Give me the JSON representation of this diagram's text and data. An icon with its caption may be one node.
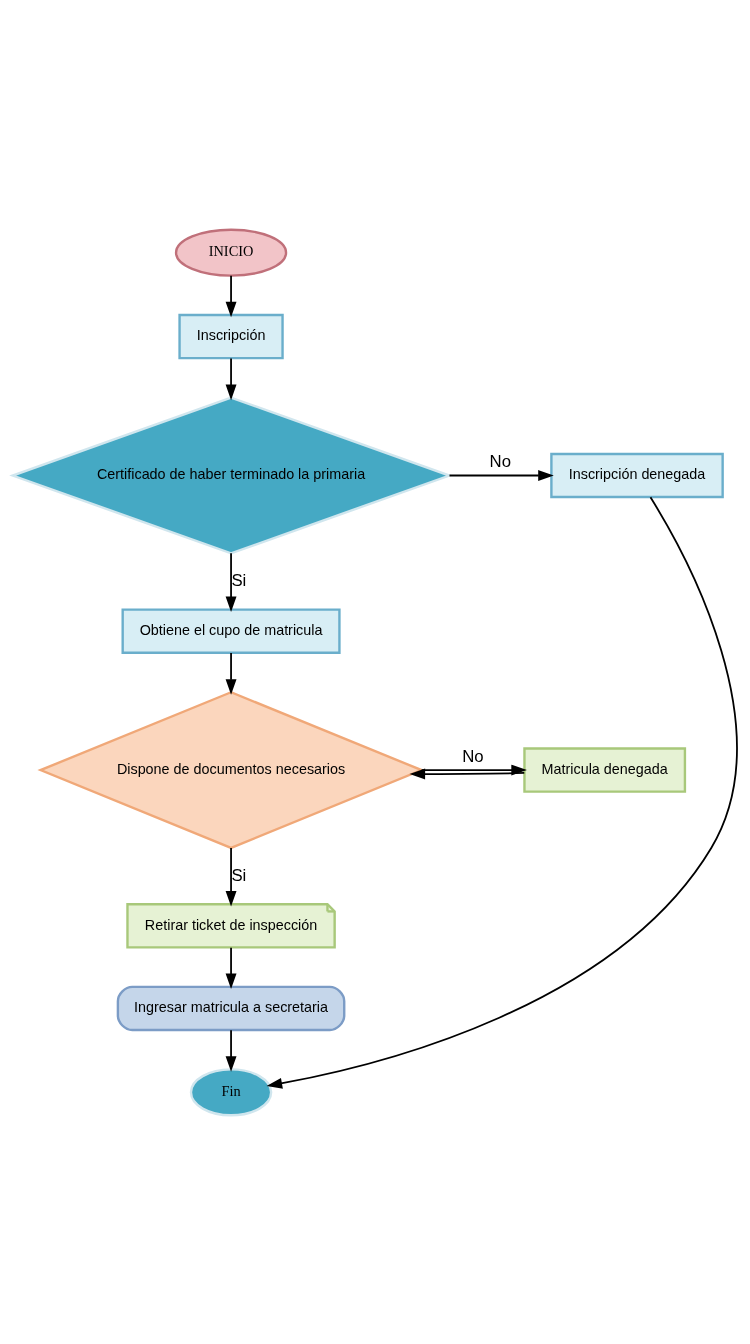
{
  "diagram": {
    "nodes": [
      {
        "text": [
          "INICIO"
        ]
      },
      {
        "text": [
          "Inscripción"
        ]
      },
      {
        "text": [
          "Certificado de haber terminado la primaria"
        ]
      },
      {
        "text": [
          "Inscripción denegada"
        ]
      },
      {
        "text": [
          "Obtiene el cupo de matricula"
        ]
      },
      {
        "text": [
          "Dispone de documentos necesarios"
        ]
      },
      {
        "text": [
          "Matricula denegada"
        ]
      },
      {
        "text": [
          "Retirar ticket de inspección"
        ]
      },
      {
        "text": [
          "Ingresar matricula a secretaria"
        ]
      },
      {
        "text": [
          "Fin"
        ]
      }
    ],
    "edges": [
      {
        "from": 0,
        "to": 1,
        "arrow": "to"
      },
      {
        "from": 1,
        "to": 2,
        "arrow": "to"
      },
      {
        "from": 2,
        "to": 3,
        "arrow": "to",
        "label": "No"
      },
      {
        "from": 2,
        "to": 4,
        "arrow": "to",
        "label": "Si"
      },
      {
        "from": 4,
        "to": 5,
        "arrow": "to"
      },
      {
        "from": 5,
        "to": 6,
        "arrow": "to",
        "label": "No"
      },
      {
        "from": 6,
        "to": 5,
        "arrow": "to"
      },
      {
        "from": 5,
        "to": 7,
        "arrow": "to",
        "label": "Si"
      },
      {
        "from": 7,
        "to": 8,
        "arrow": "to"
      },
      {
        "from": 8,
        "to": 9,
        "arrow": "to"
      },
      {
        "from": 3,
        "to": 9,
        "arrow": "to"
      }
    ]
  }
}
